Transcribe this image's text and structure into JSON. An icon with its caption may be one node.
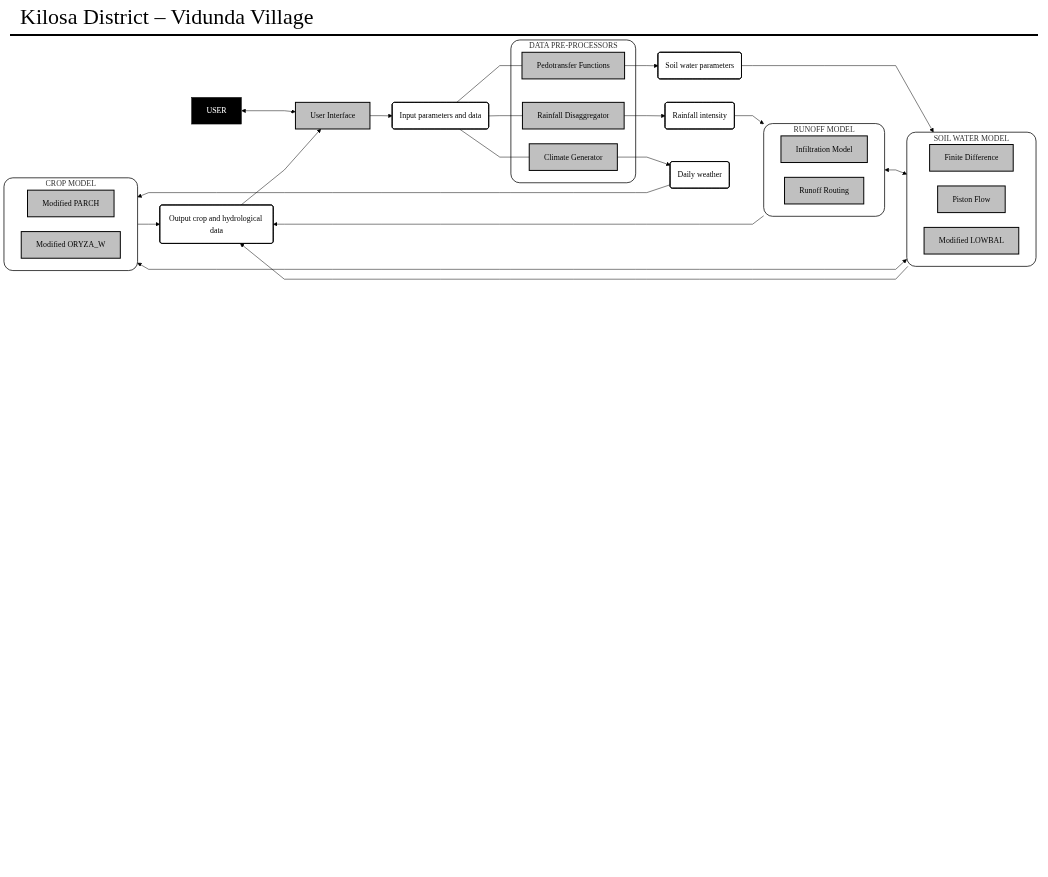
{
  "diagram": {
    "nodes": [
      {
        "text": [
          "USER"
        ]
      },
      {
        "text": [
          "User Interface"
        ]
      },
      {
        "text": [
          "Input parameters and data"
        ]
      },
      {
        "text": [
          "Output crop and hydrological data"
        ]
      },
      {
        "text": [
          "DATA PRE-PROCESSORS"
        ]
      },
      {
        "text": [
          "Rainfall Disaggregator"
        ],
        "in": 4
      },
      {
        "text": [
          "Pedotransfer Functions"
        ],
        "in": 4
      },
      {
        "text": [
          "Climate Generator"
        ],
        "in": 4
      },
      {
        "text": [
          "Rainfall intensity"
        ]
      },
      {
        "text": [
          "Soil water parameters"
        ]
      },
      {
        "text": [
          "Daily weather"
        ]
      },
      {
        "text": [
          "RUNOFF MODEL"
        ]
      },
      {
        "text": [
          "Infiltration Model"
        ],
        "in": 11
      },
      {
        "text": [
          "Runoff Routing"
        ],
        "in": 11
      },
      {
        "text": [
          "SOIL WATER MODEL"
        ]
      },
      {
        "text": [
          "Finite Difference"
        ],
        "in": 14
      },
      {
        "text": [
          "Piston Flow"
        ],
        "in": 14
      },
      {
        "text": [
          "Modified LOWBAL"
        ],
        "in": 14
      },
      {
        "text": [
          "CROP MODEL"
        ]
      },
      {
        "text": [
          "Modified PARCH"
        ],
        "in": 18
      },
      {
        "text": [
          "Modified ORYZA_W"
        ],
        "in": 18
      }
    ],
    "edges": [
      {
        "from": 0,
        "to": 1,
        "arrow": "both"
      },
      {
        "from": 1,
        "to": 2,
        "arrow": "to"
      },
      {
        "from": 3,
        "to": 1,
        "arrow": "to"
      },
      {
        "from": 2,
        "to": 5,
        "arrow": "none"
      },
      {
        "from": 2,
        "to": 6,
        "arrow": "none"
      },
      {
        "from": 2,
        "to": 7,
        "arrow": "none"
      },
      {
        "from": 5,
        "to": 8,
        "arrow": "to"
      },
      {
        "from": 6,
        "to": 9,
        "arrow": "to"
      },
      {
        "from": 7,
        "to": 10,
        "arrow": "to"
      },
      {
        "from": 8,
        "to": 11,
        "arrow": "to"
      },
      {
        "from": 9,
        "to": 14,
        "arrow": "to"
      },
      {
        "from": 10,
        "to": 18,
        "arrow": "to"
      },
      {
        "from": 11,
        "to": 14,
        "arrow": "both"
      },
      {
        "from": 14,
        "to": 18,
        "arrow": "both"
      },
      {
        "from": 11,
        "to": 3,
        "arrow": "to"
      },
      {
        "from": 14,
        "to": 3,
        "arrow": "to"
      },
      {
        "from": 18,
        "to": 3,
        "arrow": "to"
      }
    ],
    "labels": [
      "Kilosa District – Vidunda Village"
    ]
  }
}
